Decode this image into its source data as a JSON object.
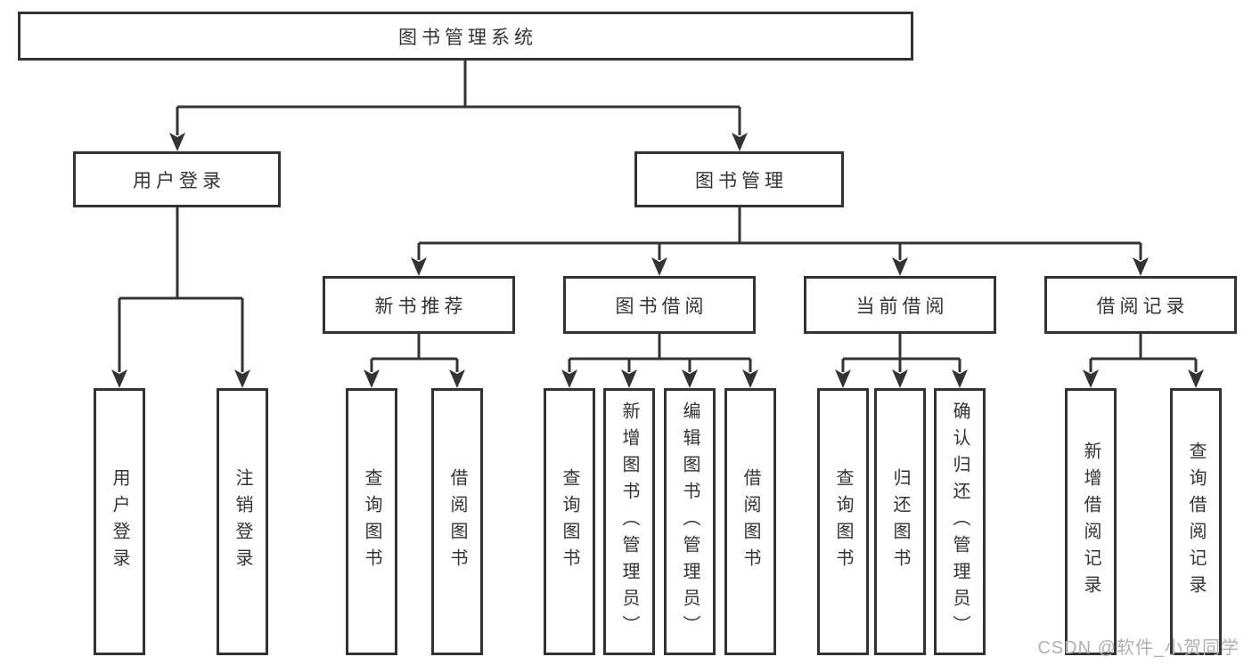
{
  "colors": {
    "line": "#333333",
    "text": "#333333",
    "background": "#ffffff",
    "watermark": "#b0b0b0"
  },
  "watermark": {
    "text": "CSDN @软件_小贺同学"
  },
  "tree": {
    "root": {
      "label": "图书管理系统"
    },
    "branches": [
      {
        "label": "用户登录",
        "children": [
          "用户登录",
          "注销登录"
        ]
      },
      {
        "label": "图书管理",
        "groups": [
          {
            "label": "新书推荐",
            "children": [
              "查询图书",
              "借阅图书"
            ]
          },
          {
            "label": "图书借阅",
            "children": [
              "查询图书",
              "新增图书（管理员）",
              "编辑图书（管理员）",
              "借阅图书"
            ]
          },
          {
            "label": "当前借阅",
            "children": [
              "查询图书",
              "归还图书",
              "确认归还（管理员）"
            ]
          },
          {
            "label": "借阅记录",
            "children": [
              "新增借阅记录",
              "查询借阅记录"
            ]
          }
        ]
      }
    ]
  }
}
